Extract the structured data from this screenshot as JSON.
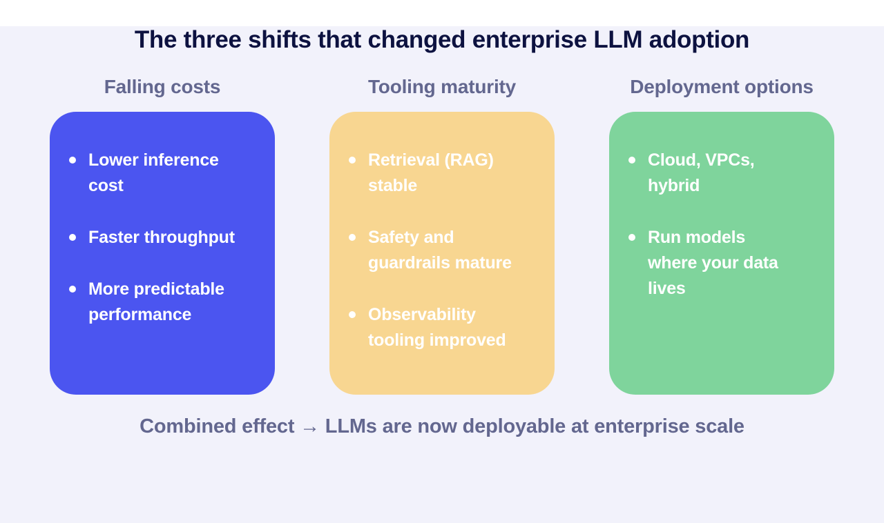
{
  "title": "The three shifts that changed enterprise LLM adoption",
  "columns": [
    {
      "header": "Falling costs",
      "card_color": "#4b55f0",
      "items": [
        "Lower inference cost",
        "Faster throughput",
        "More predictable performance"
      ]
    },
    {
      "header": "Tooling maturity",
      "card_color": "#f8d691",
      "items": [
        "Retrieval (RAG) stable",
        "Safety and guardrails mature",
        "Observability tooling improved"
      ]
    },
    {
      "header": "Deployment options",
      "card_color": "#7fd49c",
      "items": [
        "Cloud, VPCs, hybrid",
        "Run models where your data lives"
      ]
    }
  ],
  "footer": "Combined effect → LLMs are now deployable at enterprise scale",
  "colors": {
    "background": "#f2f2fb",
    "title_text": "#0d1240",
    "header_text": "#63678f",
    "footer_text": "#63678f",
    "bullet_text": "#ffffff"
  },
  "chart_data": {
    "type": "table",
    "title": "The three shifts that changed enterprise LLM adoption",
    "categories": [
      "Falling costs",
      "Tooling maturity",
      "Deployment options"
    ],
    "series": [
      {
        "name": "Falling costs",
        "values": [
          "Lower inference cost",
          "Faster throughput",
          "More predictable performance"
        ]
      },
      {
        "name": "Tooling maturity",
        "values": [
          "Retrieval (RAG) stable",
          "Safety and guardrails mature",
          "Observability tooling improved"
        ]
      },
      {
        "name": "Deployment options",
        "values": [
          "Cloud, VPCs, hybrid",
          "Run models where your data lives"
        ]
      }
    ],
    "annotations": [
      "Combined effect → LLMs are now deployable at enterprise scale"
    ],
    "legend_position": "none",
    "grid": false
  }
}
